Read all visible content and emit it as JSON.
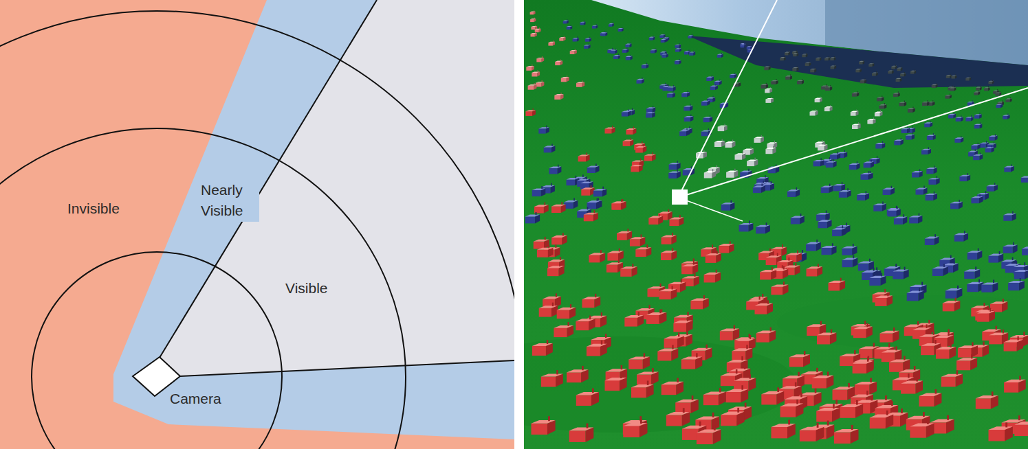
{
  "diagram": {
    "labels": [
      "Invisible",
      "Nearly Visible",
      "Visible",
      "Camera"
    ]
  }
}
